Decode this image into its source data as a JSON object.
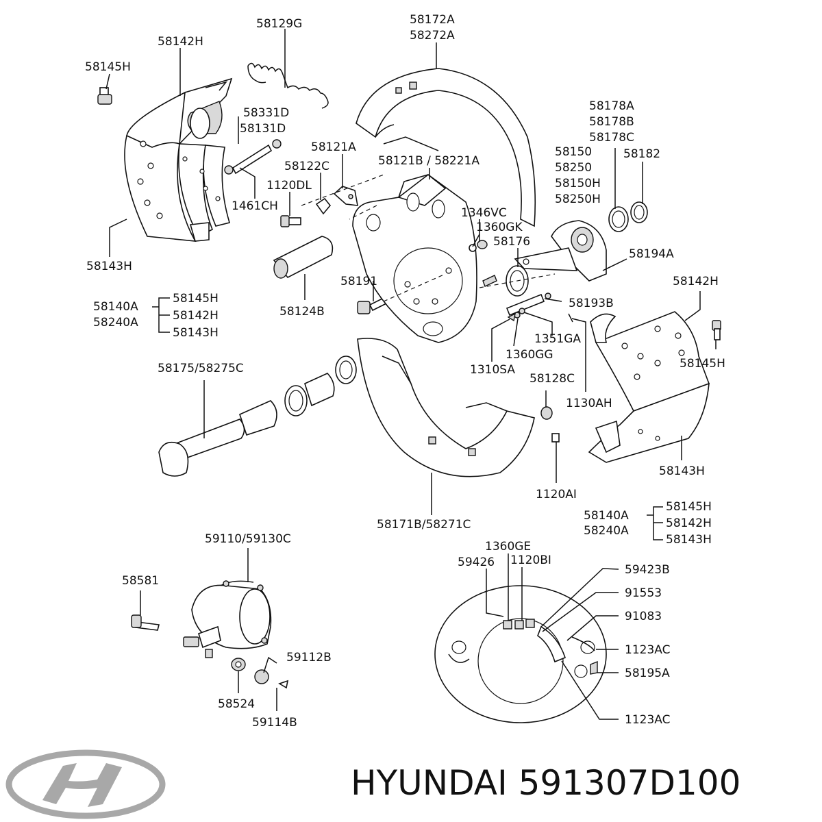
{
  "brand": "HYUNDAI",
  "part_number": "591307D100",
  "logo": {
    "name": "hyundai-logo",
    "color": "#a8a8a8"
  },
  "callouts": [
    {
      "id": "58145H-a",
      "text": "58145H"
    },
    {
      "id": "58142H-a",
      "text": "58142H"
    },
    {
      "id": "58129G",
      "text": "58129G"
    },
    {
      "id": "58172A",
      "text": "58172A"
    },
    {
      "id": "58272A",
      "text": "58272A"
    },
    {
      "id": "58331D",
      "text": "58331D"
    },
    {
      "id": "58131D",
      "text": "58131D"
    },
    {
      "id": "58121A",
      "text": "58121A"
    },
    {
      "id": "58122C",
      "text": "58122C"
    },
    {
      "id": "58121B-58221A",
      "text": "58121B / 58221A"
    },
    {
      "id": "1120DL",
      "text": "1120DL"
    },
    {
      "id": "1461CH",
      "text": "1461CH"
    },
    {
      "id": "58143H-a",
      "text": "58143H"
    },
    {
      "id": "58178A",
      "text": "58178A"
    },
    {
      "id": "58178B",
      "text": "58178B"
    },
    {
      "id": "58178C",
      "text": "58178C"
    },
    {
      "id": "58150",
      "text": "58150"
    },
    {
      "id": "58250",
      "text": "58250"
    },
    {
      "id": "58150H",
      "text": "58150H"
    },
    {
      "id": "58250H",
      "text": "58250H"
    },
    {
      "id": "58182",
      "text": "58182"
    },
    {
      "id": "1346VC",
      "text": "1346VC"
    },
    {
      "id": "1360GK",
      "text": "1360GK"
    },
    {
      "id": "58176",
      "text": "58176"
    },
    {
      "id": "58194A",
      "text": "58194A"
    },
    {
      "id": "58191",
      "text": "58191"
    },
    {
      "id": "58124B",
      "text": "58124B"
    },
    {
      "id": "58193B",
      "text": "58193B"
    },
    {
      "id": "1351GA",
      "text": "1351GA"
    },
    {
      "id": "1360GG",
      "text": "1360GG"
    },
    {
      "id": "1310SA",
      "text": "1310SA"
    },
    {
      "id": "58142H-b",
      "text": "58142H"
    },
    {
      "id": "58145H-b",
      "text": "58145H"
    },
    {
      "id": "58175-58275C",
      "text": "58175/58275C"
    },
    {
      "id": "58128C",
      "text": "58128C"
    },
    {
      "id": "1130AH",
      "text": "1130AH"
    },
    {
      "id": "58143H-b",
      "text": "58143H"
    },
    {
      "id": "1120AI",
      "text": "1120AI"
    },
    {
      "id": "58171B-58271C",
      "text": "58171B/58271C"
    },
    {
      "id": "59110-59130C",
      "text": "59110/59130C"
    },
    {
      "id": "58581",
      "text": "58581"
    },
    {
      "id": "59112B",
      "text": "59112B"
    },
    {
      "id": "58524",
      "text": "58524"
    },
    {
      "id": "59114B",
      "text": "59114B"
    },
    {
      "id": "1360GE",
      "text": "1360GE"
    },
    {
      "id": "59426",
      "text": "59426"
    },
    {
      "id": "1120BI",
      "text": "1120BI"
    },
    {
      "id": "59423B",
      "text": "59423B"
    },
    {
      "id": "91553",
      "text": "91553"
    },
    {
      "id": "91083",
      "text": "91083"
    },
    {
      "id": "1123AC-a",
      "text": "1123AC"
    },
    {
      "id": "58195A",
      "text": "58195A"
    },
    {
      "id": "1123AC-b",
      "text": "1123AC"
    }
  ],
  "kits": [
    {
      "id": "kit-left",
      "codes": [
        "58140A",
        "58240A"
      ],
      "items": [
        "58145H",
        "58142H",
        "58143H"
      ]
    },
    {
      "id": "kit-right",
      "codes": [
        "58140A",
        "58240A"
      ],
      "items": [
        "58145H",
        "58142H",
        "58143H"
      ]
    }
  ]
}
